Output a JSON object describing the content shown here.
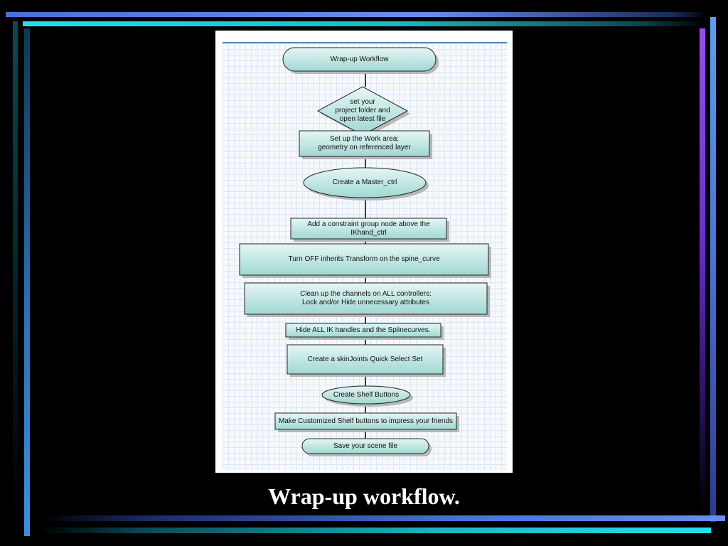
{
  "slide": {
    "title": "Wrap-up workflow."
  },
  "flowchart": {
    "nodes": [
      {
        "id": "n1",
        "shape": "terminator",
        "label": "Wrap-up Workflow"
      },
      {
        "id": "n2",
        "shape": "diamond",
        "label": "set your\nproject folder and\nopen latest file"
      },
      {
        "id": "n3",
        "shape": "process",
        "label": "Set up the Work area:\ngeometry on referenced layer"
      },
      {
        "id": "n4",
        "shape": "ellipse",
        "label": "Create a Master_ctrl"
      },
      {
        "id": "n5",
        "shape": "process",
        "label": "Add a constraint group node above the\nIKhand_ctrl"
      },
      {
        "id": "n6",
        "shape": "process",
        "label": "Turn OFF inherits Transform on the spine_curve"
      },
      {
        "id": "n7",
        "shape": "process",
        "label": "Clean up the channels on ALL controllers:\nLock and/or Hide unnecessary attributes"
      },
      {
        "id": "n8",
        "shape": "process",
        "label": "Hide ALL IK handles and the Splinecurves."
      },
      {
        "id": "n9",
        "shape": "process",
        "label": "Create a skinJoints Quick Select Set"
      },
      {
        "id": "n10",
        "shape": "ellipse",
        "label": "Create Shelf Buttons"
      },
      {
        "id": "n11",
        "shape": "process",
        "label": "Make Customized Shelf buttons to impress your friends"
      },
      {
        "id": "n12",
        "shape": "terminator",
        "label": "Save your scene file"
      }
    ],
    "colors": {
      "fill_top": "#e6f6f4",
      "fill_bottom": "#9fd8d2",
      "stroke": "#222222",
      "shadow": "#b8b8b8",
      "connector": "#000000"
    }
  }
}
